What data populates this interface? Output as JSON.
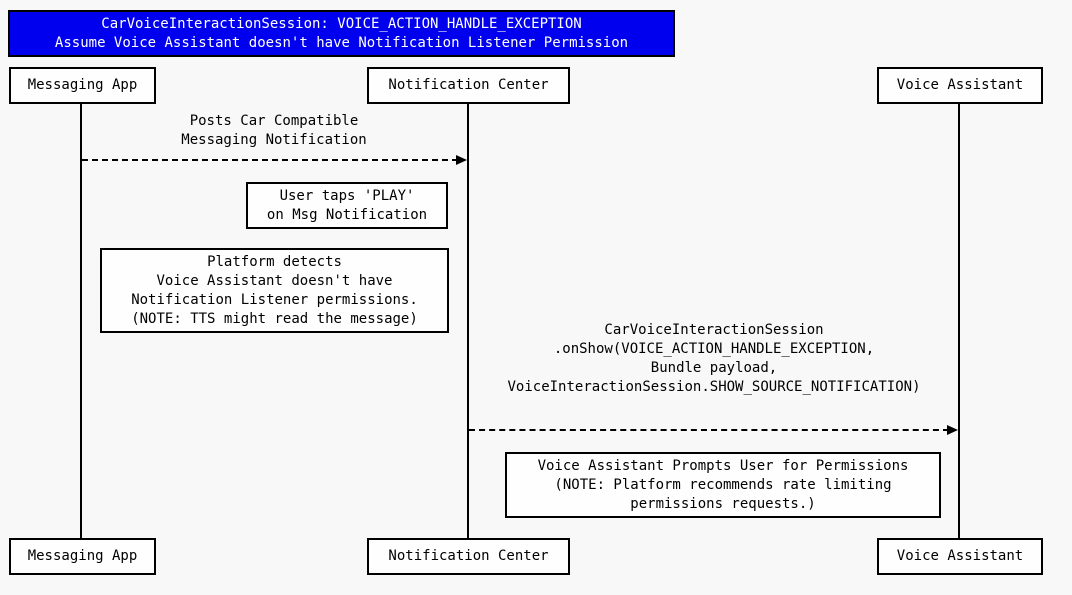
{
  "diagram": {
    "type": "sequence-diagram",
    "title": {
      "line1": "CarVoiceInteractionSession: VOICE_ACTION_HANDLE_EXCEPTION",
      "line2": "Assume Voice Assistant doesn't have Notification Listener Permission"
    },
    "participants": [
      {
        "name": "Messaging App"
      },
      {
        "name": "Notification Center"
      },
      {
        "name": "Voice Assistant"
      }
    ],
    "messages": [
      {
        "from": "Messaging App",
        "to": "Notification Center",
        "style": "dashed-arrow",
        "lines": [
          "Posts Car Compatible",
          "Messaging Notification"
        ]
      },
      {
        "from": "Notification Center",
        "to": "Voice Assistant",
        "style": "dashed-arrow",
        "lines": [
          "CarVoiceInteractionSession",
          ".onShow(VOICE_ACTION_HANDLE_EXCEPTION,",
          "Bundle payload,",
          "VoiceInteractionSession.SHOW_SOURCE_NOTIFICATION)"
        ]
      }
    ],
    "notes": [
      {
        "near": "Notification Center",
        "lines": [
          "User taps 'PLAY'",
          "on Msg Notification"
        ]
      },
      {
        "near": "Messaging App",
        "lines": [
          "Platform detects",
          "Voice Assistant doesn't have",
          "Notification Listener permissions.",
          "(NOTE: TTS might read the message)"
        ]
      },
      {
        "near": "Voice Assistant",
        "lines": [
          "Voice Assistant Prompts User for Permissions",
          "(NOTE: Platform recommends rate limiting",
          "permissions requests.)"
        ]
      }
    ],
    "colors": {
      "background": "#f8f8f8",
      "title_bg": "#0000ee",
      "title_text": "#ffffff",
      "box_bg": "#fefefe",
      "line": "#000000"
    }
  }
}
